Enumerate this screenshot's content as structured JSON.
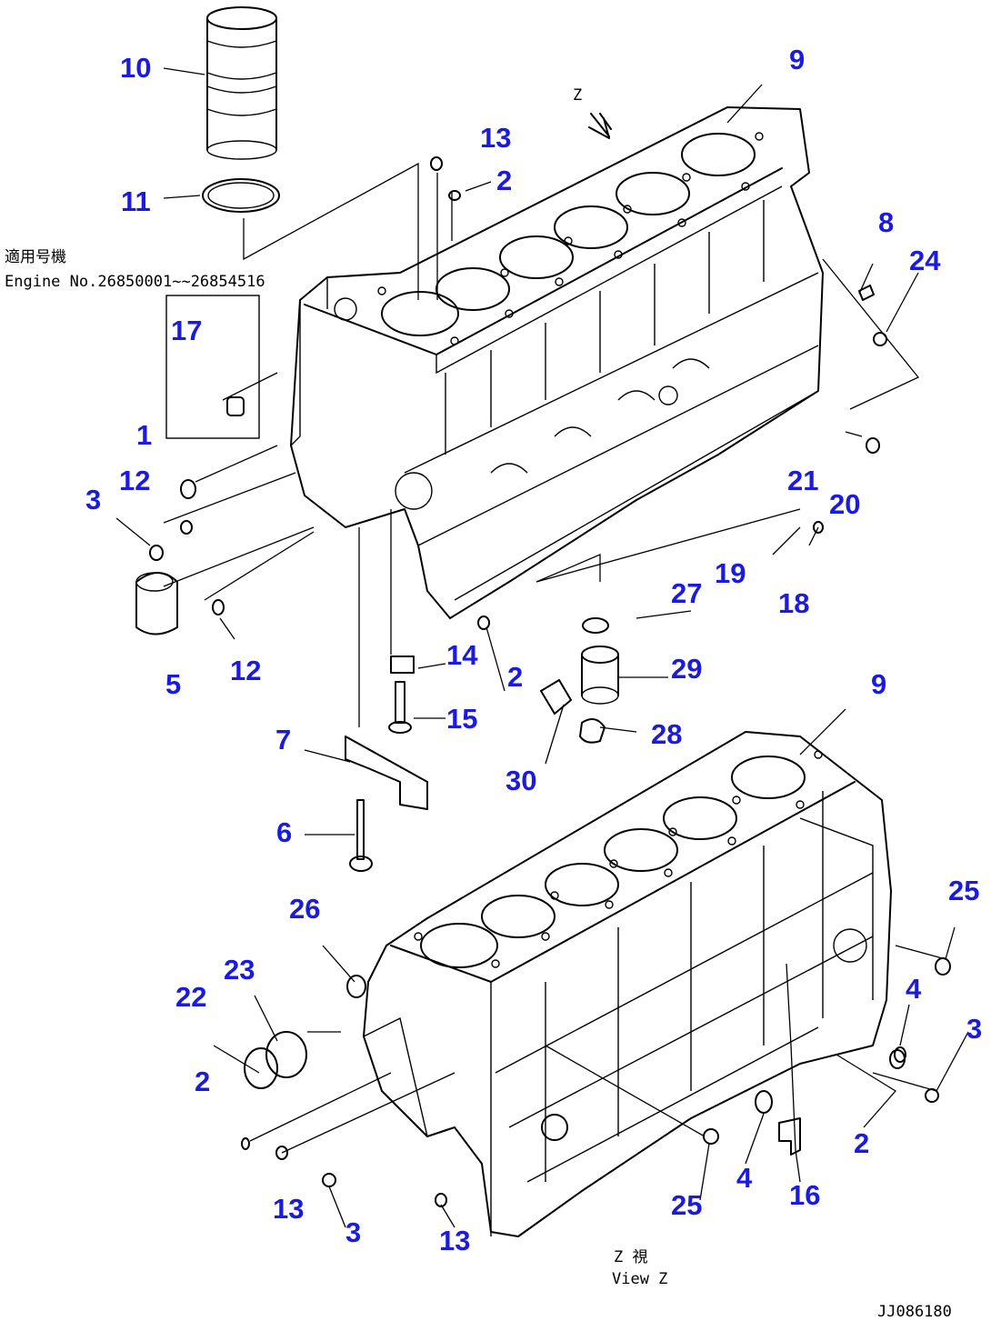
{
  "applicability": {
    "label": "適用号機",
    "engine_range": "Engine No.26850001~~26854516"
  },
  "view_arrow_label": "Z",
  "view_label": {
    "jp": "Z 視",
    "en": "View Z"
  },
  "drawing_number": "JJ086180",
  "callouts": [
    {
      "id": "c-10",
      "text": "10"
    },
    {
      "id": "c-11",
      "text": "11"
    },
    {
      "id": "c-13a",
      "text": "13"
    },
    {
      "id": "c-2a",
      "text": "2"
    },
    {
      "id": "c-9a",
      "text": "9"
    },
    {
      "id": "c-8",
      "text": "8"
    },
    {
      "id": "c-24",
      "text": "24"
    },
    {
      "id": "c-17",
      "text": "17"
    },
    {
      "id": "c-1",
      "text": "1"
    },
    {
      "id": "c-12a",
      "text": "12"
    },
    {
      "id": "c-3a",
      "text": "3"
    },
    {
      "id": "c-21",
      "text": "21"
    },
    {
      "id": "c-20",
      "text": "20"
    },
    {
      "id": "c-19",
      "text": "19"
    },
    {
      "id": "c-18",
      "text": "18"
    },
    {
      "id": "c-27",
      "text": "27"
    },
    {
      "id": "c-5",
      "text": "5"
    },
    {
      "id": "c-12b",
      "text": "12"
    },
    {
      "id": "c-14",
      "text": "14"
    },
    {
      "id": "c-2b",
      "text": "2"
    },
    {
      "id": "c-29",
      "text": "29"
    },
    {
      "id": "c-9b",
      "text": "9"
    },
    {
      "id": "c-15",
      "text": "15"
    },
    {
      "id": "c-7",
      "text": "7"
    },
    {
      "id": "c-28",
      "text": "28"
    },
    {
      "id": "c-30",
      "text": "30"
    },
    {
      "id": "c-6",
      "text": "6"
    },
    {
      "id": "c-25a",
      "text": "25"
    },
    {
      "id": "c-26",
      "text": "26"
    },
    {
      "id": "c-4a",
      "text": "4"
    },
    {
      "id": "c-23",
      "text": "23"
    },
    {
      "id": "c-22",
      "text": "22"
    },
    {
      "id": "c-3b",
      "text": "3"
    },
    {
      "id": "c-2c",
      "text": "2"
    },
    {
      "id": "c-2d",
      "text": "2"
    },
    {
      "id": "c-4b",
      "text": "4"
    },
    {
      "id": "c-13b",
      "text": "13"
    },
    {
      "id": "c-3c",
      "text": "3"
    },
    {
      "id": "c-25b",
      "text": "25"
    },
    {
      "id": "c-16",
      "text": "16"
    },
    {
      "id": "c-13c",
      "text": "13"
    }
  ]
}
